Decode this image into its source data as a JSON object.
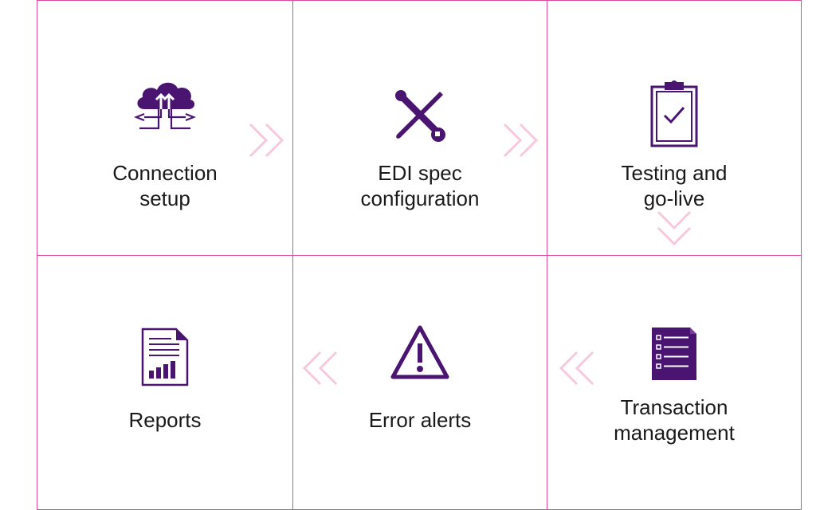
{
  "colors": {
    "accent": "#e0489a",
    "icon": "#4a1570",
    "arrow": "#f6c9dd"
  },
  "steps": [
    {
      "label": "Connection\nsetup",
      "icon": "cloud-upload-icon"
    },
    {
      "label": "EDI spec\nconfiguration",
      "icon": "wrench-screwdriver-icon"
    },
    {
      "label": "Testing and\ngo-live",
      "icon": "clipboard-check-icon"
    },
    {
      "label": "Transaction\nmanagement",
      "icon": "checklist-document-icon"
    },
    {
      "label": "Error alerts",
      "icon": "warning-triangle-icon"
    },
    {
      "label": "Reports",
      "icon": "report-chart-icon"
    }
  ],
  "flow": [
    "right",
    "right",
    "down",
    "left",
    "left"
  ]
}
